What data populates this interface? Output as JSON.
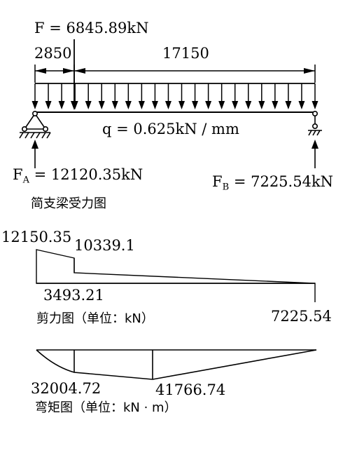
{
  "beam": {
    "force_label": "F = 6845.89kN",
    "dim_left": "2850",
    "dim_right": "17150",
    "load_label": "q = 0.625kN / mm",
    "reaction_a": {
      "symbol": "F",
      "sub": "A",
      "value": " = 12120.35kN"
    },
    "reaction_b": {
      "symbol": "F",
      "sub": "B",
      "value": " = 7225.54kN"
    },
    "caption": "简支梁受力图"
  },
  "shear": {
    "labels": {
      "max_left": "12150.35",
      "after_step": "10339.1",
      "step_bottom": "3493.21",
      "right_end": "7225.54"
    },
    "caption": "剪力图（单位：kN）"
  },
  "moment": {
    "labels": {
      "at_force": "32004.72",
      "max": "41766.74"
    },
    "caption": "弯矩图（单位：kN · m）"
  }
}
